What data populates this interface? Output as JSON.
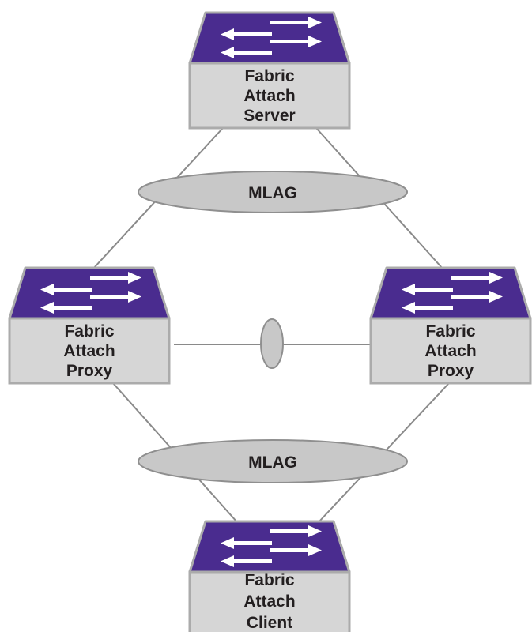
{
  "diagram": {
    "server": {
      "line1": "Fabric",
      "line2": "Attach",
      "line3": "Server"
    },
    "proxy_left": {
      "line1": "Fabric",
      "line2": "Attach",
      "line3": "Proxy"
    },
    "proxy_right": {
      "line1": "Fabric",
      "line2": "Attach",
      "line3": "Proxy"
    },
    "client": {
      "line1": "Fabric",
      "line2": "Attach",
      "line3": "Client"
    },
    "mlag_top": "MLAG",
    "mlag_bottom": "MLAG"
  },
  "colors": {
    "switch_top": "#4a2c8f",
    "switch_body": "#d6d6d6",
    "outline": "#ababab",
    "link": "#8a8a8a",
    "lag_fill": "#c8c8c8"
  },
  "icons": [
    "switch-icon",
    "arrow-right-icon",
    "arrow-left-icon"
  ]
}
